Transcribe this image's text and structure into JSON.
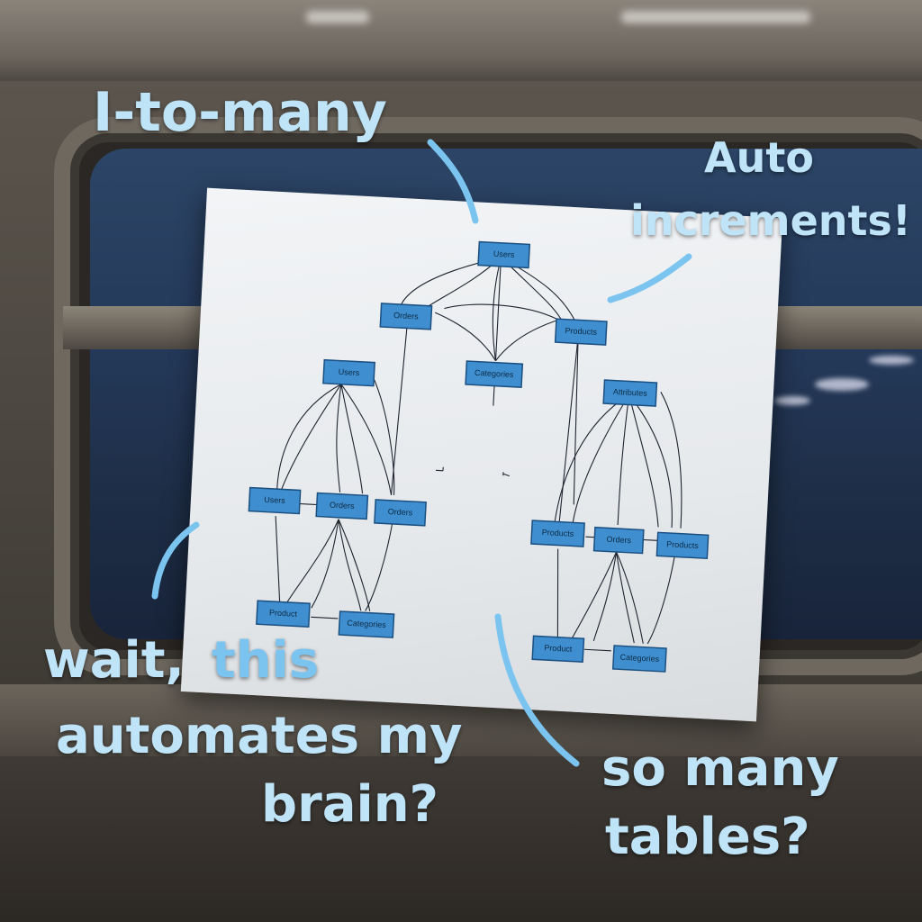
{
  "annotations": {
    "one_to_many": "I-to-many",
    "auto_line1": "Auto",
    "auto_line2": "increments!",
    "wait_word": "wait,",
    "this_word": "this",
    "automates_line": "automates my",
    "brain_line": "brain?",
    "so_many_line": "so many",
    "tables_line": "tables?"
  },
  "diagram": {
    "nodes": {
      "users_top": "Users",
      "orders_mid": "Orders",
      "products_mid": "Products",
      "categories_center": "Categories",
      "users_left": "Users",
      "users_left_low": "Users",
      "orders_left_low": "Orders",
      "orders_left_right": "Orders",
      "product_left_bottom": "Product",
      "categories_left_bottom": "Categories",
      "attributes_right": "Attributes",
      "products_right_low": "Products",
      "orders_right_low": "Orders",
      "products_right_right": "Products",
      "product_right_bottom": "Product",
      "categories_right_bottom": "Categories"
    }
  },
  "colors": {
    "annotation": "#7cc4f0",
    "node_fill": "#3f8fd0",
    "board": "#eef0f2"
  }
}
